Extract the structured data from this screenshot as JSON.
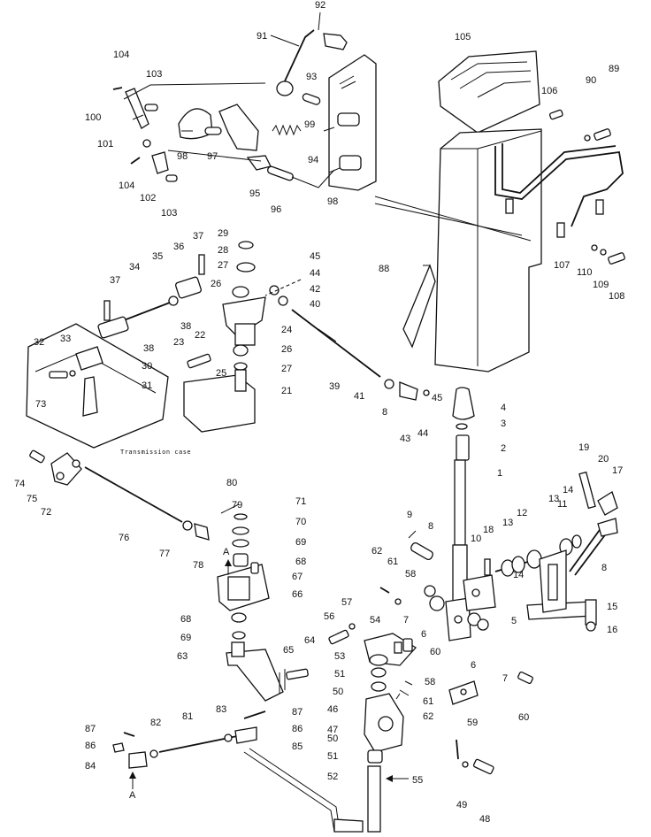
{
  "diagram": {
    "caption": "Transmission case",
    "labels": [
      {
        "id": "l92",
        "text": "92"
      },
      {
        "id": "l91",
        "text": "91"
      },
      {
        "id": "l105",
        "text": "105"
      },
      {
        "id": "l104a",
        "text": "104"
      },
      {
        "id": "l103a",
        "text": "103"
      },
      {
        "id": "l93",
        "text": "93"
      },
      {
        "id": "l89",
        "text": "89"
      },
      {
        "id": "l90",
        "text": "90"
      },
      {
        "id": "l106",
        "text": "106"
      },
      {
        "id": "l100",
        "text": "100"
      },
      {
        "id": "l99",
        "text": "99"
      },
      {
        "id": "l101",
        "text": "101"
      },
      {
        "id": "l98a",
        "text": "98"
      },
      {
        "id": "l97",
        "text": "97"
      },
      {
        "id": "l94",
        "text": "94"
      },
      {
        "id": "l104b",
        "text": "104"
      },
      {
        "id": "l102",
        "text": "102"
      },
      {
        "id": "l95",
        "text": "95"
      },
      {
        "id": "l103b",
        "text": "103"
      },
      {
        "id": "l96",
        "text": "96"
      },
      {
        "id": "l98b",
        "text": "98"
      },
      {
        "id": "l29",
        "text": "29"
      },
      {
        "id": "l36",
        "text": "36"
      },
      {
        "id": "l37a",
        "text": "37"
      },
      {
        "id": "l28",
        "text": "28"
      },
      {
        "id": "l35",
        "text": "35"
      },
      {
        "id": "l34",
        "text": "34"
      },
      {
        "id": "l27a",
        "text": "27"
      },
      {
        "id": "l45a",
        "text": "45"
      },
      {
        "id": "l44a",
        "text": "44"
      },
      {
        "id": "l26a",
        "text": "26"
      },
      {
        "id": "l42",
        "text": "42"
      },
      {
        "id": "l37b",
        "text": "37"
      },
      {
        "id": "l40",
        "text": "40"
      },
      {
        "id": "l88",
        "text": "88"
      },
      {
        "id": "l107",
        "text": "107"
      },
      {
        "id": "l110",
        "text": "110"
      },
      {
        "id": "l109",
        "text": "109"
      },
      {
        "id": "l108",
        "text": "108"
      },
      {
        "id": "l38a",
        "text": "38"
      },
      {
        "id": "l24",
        "text": "24"
      },
      {
        "id": "l32",
        "text": "32"
      },
      {
        "id": "l33",
        "text": "33"
      },
      {
        "id": "l23",
        "text": "23"
      },
      {
        "id": "l22",
        "text": "22"
      },
      {
        "id": "l38b",
        "text": "38"
      },
      {
        "id": "l26b",
        "text": "26"
      },
      {
        "id": "l30",
        "text": "30"
      },
      {
        "id": "l25",
        "text": "25"
      },
      {
        "id": "l27b",
        "text": "27"
      },
      {
        "id": "l31",
        "text": "31"
      },
      {
        "id": "l39",
        "text": "39"
      },
      {
        "id": "l21",
        "text": "21"
      },
      {
        "id": "l73",
        "text": "73"
      },
      {
        "id": "l41",
        "text": "41"
      },
      {
        "id": "l45b",
        "text": "45"
      },
      {
        "id": "l4",
        "text": "4"
      },
      {
        "id": "l8a",
        "text": "8"
      },
      {
        "id": "l44b",
        "text": "44"
      },
      {
        "id": "l3",
        "text": "3"
      },
      {
        "id": "l43",
        "text": "43"
      },
      {
        "id": "l2",
        "text": "2"
      },
      {
        "id": "l19",
        "text": "19"
      },
      {
        "id": "l20",
        "text": "20"
      },
      {
        "id": "l74",
        "text": "74"
      },
      {
        "id": "l1",
        "text": "1"
      },
      {
        "id": "l17",
        "text": "17"
      },
      {
        "id": "l75",
        "text": "75"
      },
      {
        "id": "l72",
        "text": "72"
      },
      {
        "id": "l80",
        "text": "80"
      },
      {
        "id": "l11",
        "text": "11"
      },
      {
        "id": "l14a",
        "text": "14"
      },
      {
        "id": "l13a",
        "text": "13"
      },
      {
        "id": "l79",
        "text": "79"
      },
      {
        "id": "l71",
        "text": "71"
      },
      {
        "id": "l9",
        "text": "9"
      },
      {
        "id": "l8b",
        "text": "8"
      },
      {
        "id": "l12",
        "text": "12"
      },
      {
        "id": "l70",
        "text": "70"
      },
      {
        "id": "l13b",
        "text": "13"
      },
      {
        "id": "l18",
        "text": "18"
      },
      {
        "id": "l76",
        "text": "76"
      },
      {
        "id": "l10",
        "text": "10"
      },
      {
        "id": "l8c",
        "text": "8"
      },
      {
        "id": "l77",
        "text": "77"
      },
      {
        "id": "l69a",
        "text": "69"
      },
      {
        "id": "l62a",
        "text": "62"
      },
      {
        "id": "l61a",
        "text": "61"
      },
      {
        "id": "l78",
        "text": "78"
      },
      {
        "id": "lA1",
        "text": "A"
      },
      {
        "id": "l68a",
        "text": "68"
      },
      {
        "id": "l14b",
        "text": "14"
      },
      {
        "id": "l58a",
        "text": "58"
      },
      {
        "id": "l67",
        "text": "67"
      },
      {
        "id": "l66",
        "text": "66"
      },
      {
        "id": "l15",
        "text": "15"
      },
      {
        "id": "l57",
        "text": "57"
      },
      {
        "id": "l5",
        "text": "5"
      },
      {
        "id": "l16",
        "text": "16"
      },
      {
        "id": "l68b",
        "text": "68"
      },
      {
        "id": "l56",
        "text": "56"
      },
      {
        "id": "l54",
        "text": "54"
      },
      {
        "id": "l7a",
        "text": "7"
      },
      {
        "id": "l6a",
        "text": "6"
      },
      {
        "id": "l69b",
        "text": "69"
      },
      {
        "id": "l64",
        "text": "64"
      },
      {
        "id": "l60a",
        "text": "60"
      },
      {
        "id": "l6b",
        "text": "6"
      },
      {
        "id": "l7b",
        "text": "7"
      },
      {
        "id": "l53",
        "text": "53"
      },
      {
        "id": "l63",
        "text": "63"
      },
      {
        "id": "l65",
        "text": "65"
      },
      {
        "id": "l51a",
        "text": "51"
      },
      {
        "id": "l58b",
        "text": "58"
      },
      {
        "id": "l50a",
        "text": "50"
      },
      {
        "id": "l61b",
        "text": "61"
      },
      {
        "id": "l87a",
        "text": "87"
      },
      {
        "id": "l83",
        "text": "83"
      },
      {
        "id": "l46",
        "text": "46"
      },
      {
        "id": "l62b",
        "text": "62"
      },
      {
        "id": "l59",
        "text": "59"
      },
      {
        "id": "l60b",
        "text": "60"
      },
      {
        "id": "l82",
        "text": "82"
      },
      {
        "id": "l81",
        "text": "81"
      },
      {
        "id": "l86a",
        "text": "86"
      },
      {
        "id": "l47",
        "text": "47"
      },
      {
        "id": "l87b",
        "text": "87"
      },
      {
        "id": "l86b",
        "text": "86"
      },
      {
        "id": "l50b",
        "text": "50"
      },
      {
        "id": "l85",
        "text": "85"
      },
      {
        "id": "l84",
        "text": "84"
      },
      {
        "id": "l51b",
        "text": "51"
      },
      {
        "id": "l52",
        "text": "52"
      },
      {
        "id": "l55",
        "text": "55"
      },
      {
        "id": "lA2",
        "text": "A"
      },
      {
        "id": "l49",
        "text": "49"
      },
      {
        "id": "l48",
        "text": "48"
      }
    ]
  }
}
